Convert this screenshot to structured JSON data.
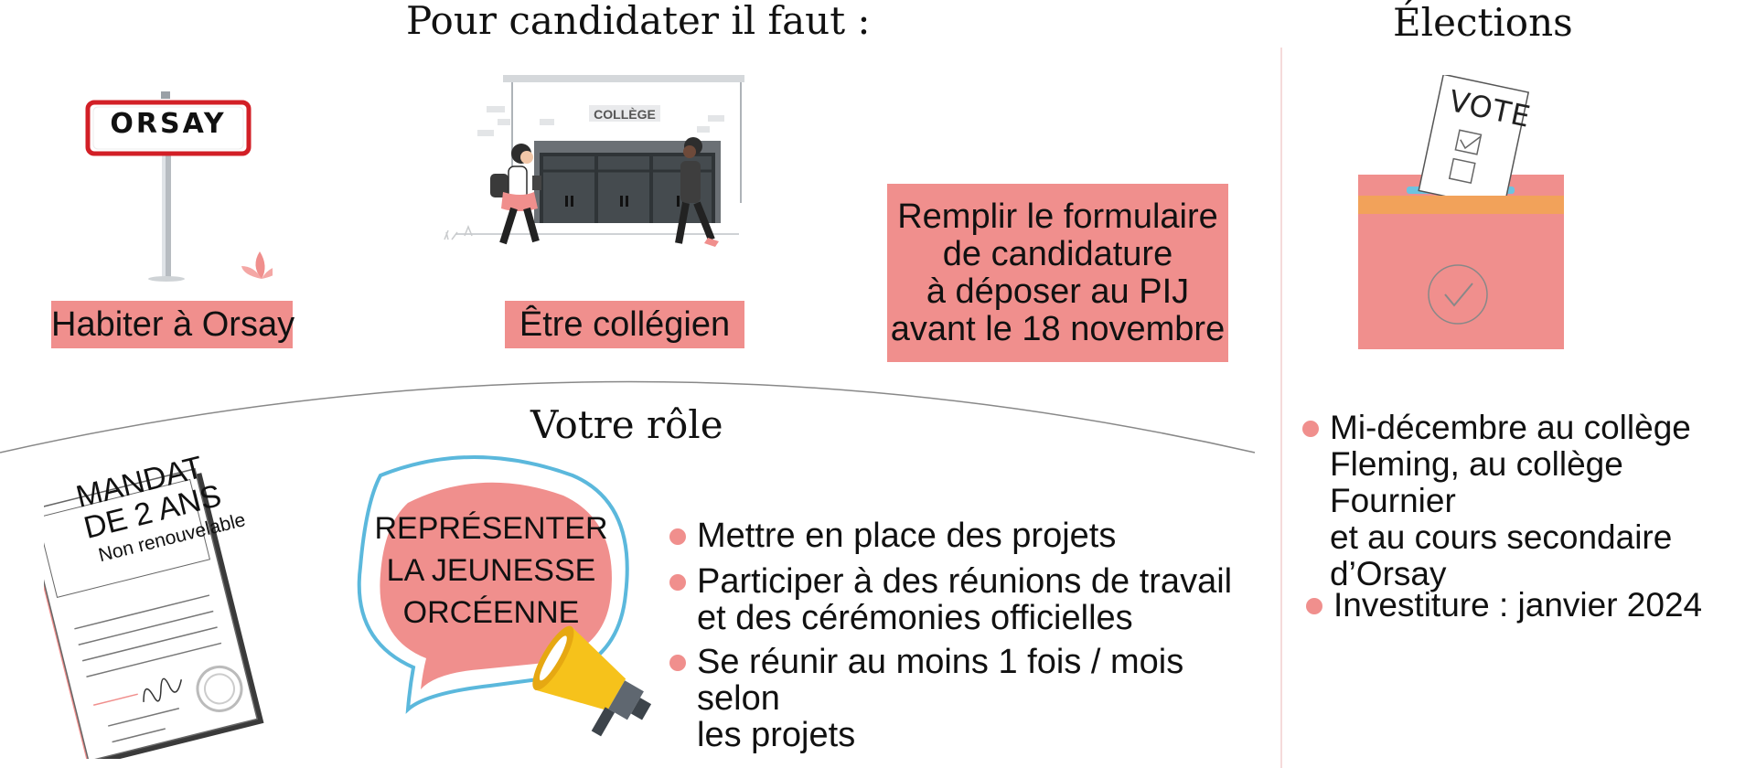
{
  "titles": {
    "candidater": "Pour candidater il faut :",
    "elections": "Élections",
    "role": "Votre rôle"
  },
  "requirements": {
    "orsay_sign": "ORSAY",
    "habiter": "Habiter à Orsay",
    "college_sign": "COLLÈGE",
    "collegien": "Être collégien",
    "form_lines": [
      "Remplir le formulaire",
      "de candidature",
      "à déposer au PIJ",
      "avant le 18 novembre"
    ]
  },
  "ballot": {
    "vote_text": "VOTE"
  },
  "elections_list": [
    {
      "lines": [
        "Mi-décembre au collège",
        "Fleming, au collège Fournier",
        "et au cours secondaire d’Orsay"
      ]
    },
    {
      "lines": [
        "Investiture : janvier 2024"
      ]
    }
  ],
  "mandate": {
    "line1": "MANDAT",
    "line2": "DE 2 ANS",
    "line3": "Non renouvelable"
  },
  "speech_bubble": {
    "lines": [
      "REPRÉSENTER",
      "LA JEUNESSE",
      "ORCÉENNE"
    ]
  },
  "role_list": [
    {
      "lines": [
        "Mettre en place des projets"
      ]
    },
    {
      "lines": [
        "Participer à des réunions de travail",
        "et des cérémonies officielles"
      ]
    },
    {
      "lines": [
        "Se réunir au moins 1 fois / mois selon",
        "les projets"
      ]
    }
  ],
  "colors": {
    "accent_pink": "#f08f8d",
    "sign_red": "#d21f26",
    "bubble_outline": "#5bb8dc",
    "megaphone_yellow": "#f6c21b",
    "ballot_orange": "#f2a25a"
  },
  "icons": [
    "orsay-road-sign",
    "college-building-illustration",
    "ballot-box-icon",
    "mandate-document-icon",
    "megaphone-icon",
    "speech-bubble"
  ]
}
